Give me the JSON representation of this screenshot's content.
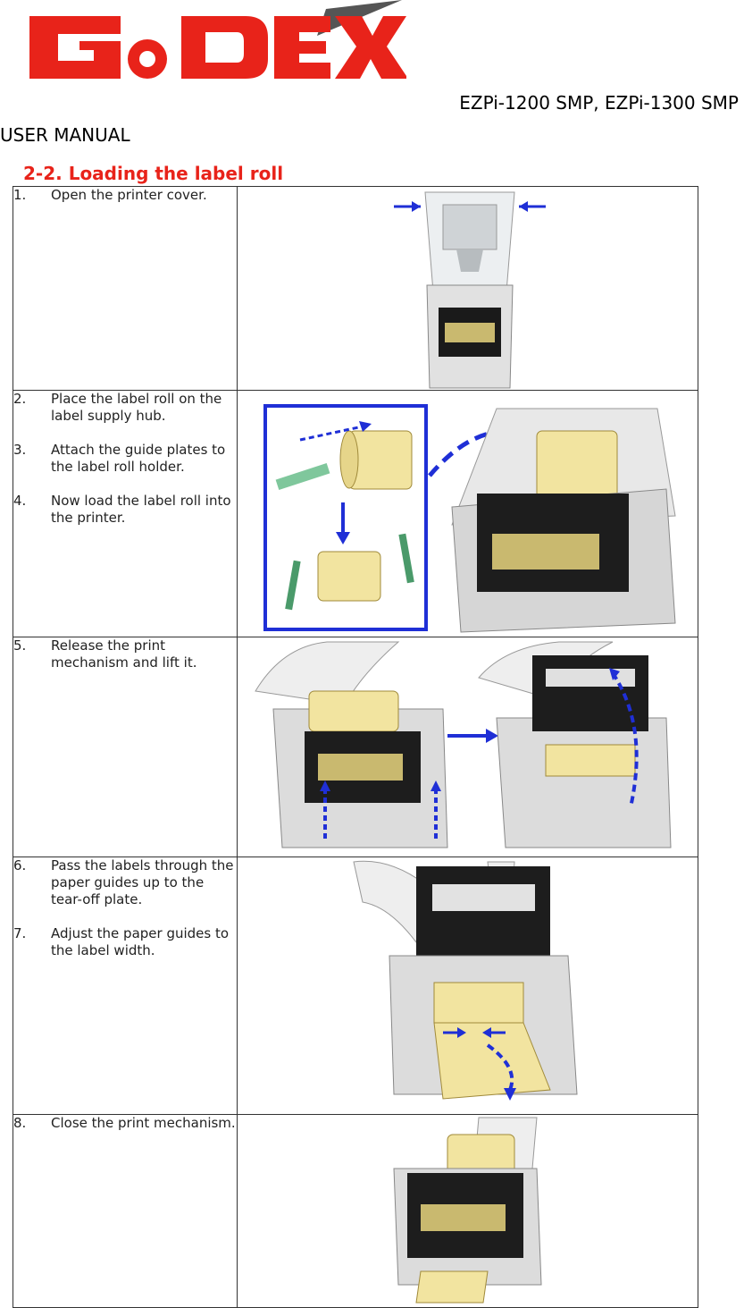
{
  "header": {
    "brand": "GoDEX",
    "model": "EZPi-1200 SMP, EZPi-1300 SMP",
    "doc_type": "USER MANUAL"
  },
  "section": {
    "title": "2-2. Loading the label roll"
  },
  "rows": [
    {
      "steps": [
        {
          "num": "1.",
          "text": "Open the printer cover."
        }
      ]
    },
    {
      "steps": [
        {
          "num": "2.",
          "text": "Place the label roll on the label supply hub."
        },
        {
          "num": "3.",
          "text": "Attach the guide plates to the label roll holder."
        },
        {
          "num": "4.",
          "text": "Now load the label roll into the printer."
        }
      ]
    },
    {
      "steps": [
        {
          "num": "5.",
          "text": "Release the print mechanism and lift it."
        }
      ]
    },
    {
      "steps": [
        {
          "num": "6.",
          "text": "Pass the labels through the paper guides up to the tear-off plate."
        },
        {
          "num": "7.",
          "text": "Adjust the paper guides to the label width."
        }
      ]
    },
    {
      "steps": [
        {
          "num": "8.",
          "text": "Close the print mechanism."
        }
      ]
    }
  ],
  "colors": {
    "logo_red": "#e8231a",
    "arrow_blue": "#1f2fd6",
    "label_yellow": "#f2e4a0",
    "printer_gray": "#d8d8d8"
  }
}
